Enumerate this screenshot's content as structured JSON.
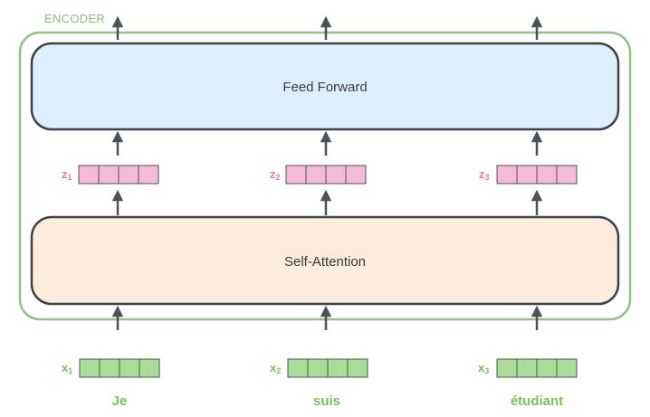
{
  "encoder": {
    "label": "ENCODER"
  },
  "blocks": {
    "feed_forward": "Feed Forward",
    "self_attention": "Self-Attention"
  },
  "z_vectors": [
    {
      "base": "z",
      "sub": "1"
    },
    {
      "base": "z",
      "sub": "2"
    },
    {
      "base": "z",
      "sub": "3"
    }
  ],
  "x_vectors": [
    {
      "base": "x",
      "sub": "1"
    },
    {
      "base": "x",
      "sub": "2"
    },
    {
      "base": "x",
      "sub": "3"
    }
  ],
  "words": [
    "Je",
    "suis",
    "étudiant"
  ],
  "colors": {
    "encoder_border": "#95c08a",
    "feed_forward_fill": "#ddeeff",
    "self_attention_fill": "#fdebdc",
    "z_fill": "#f4bbd9",
    "z_label": "#e979b2",
    "x_fill": "#a8dc97",
    "x_label": "#74c459",
    "block_border": "#3f4247",
    "arrow": "#4d5257"
  },
  "icons": {
    "arrow": "arrow-up-icon"
  }
}
